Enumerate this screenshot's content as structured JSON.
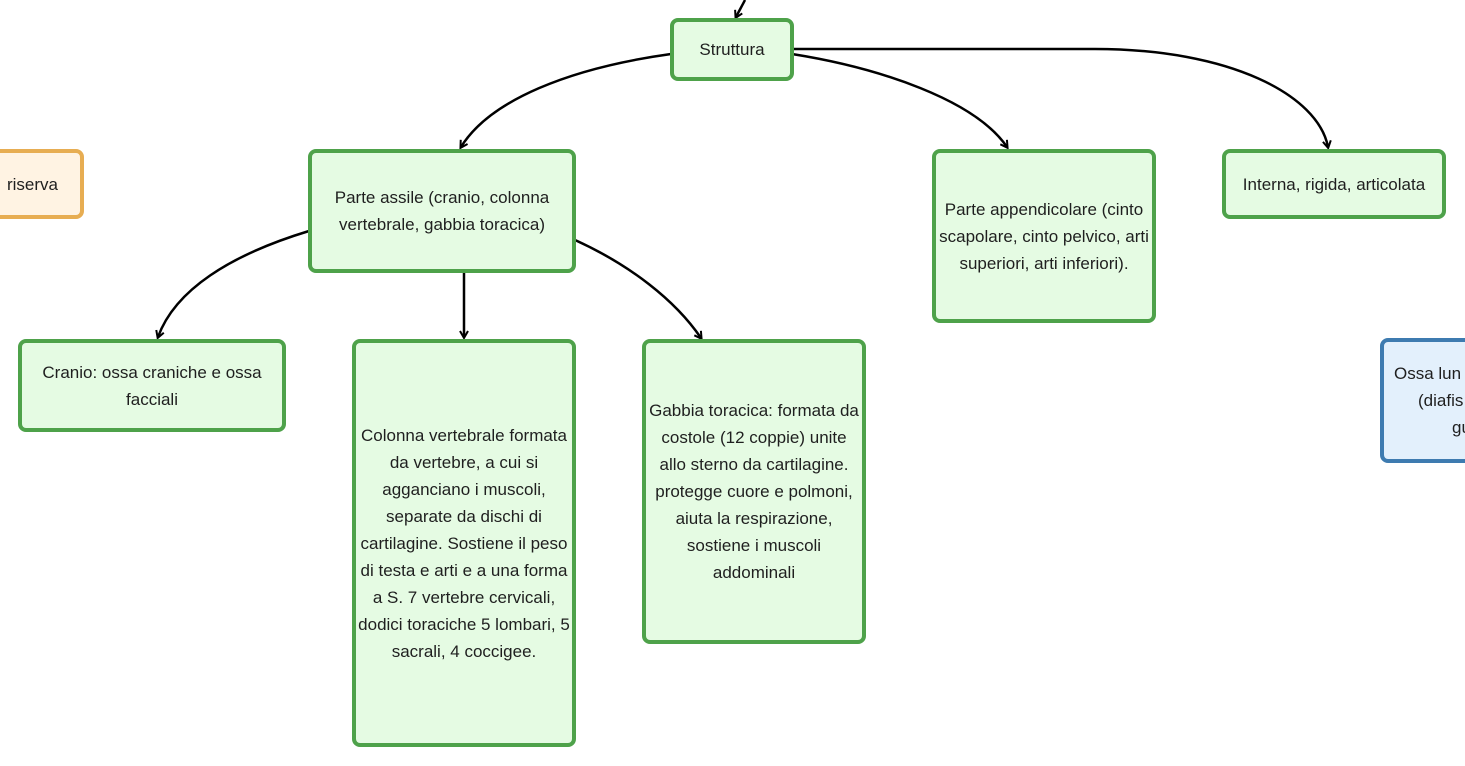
{
  "nodes": {
    "root": "Struttura",
    "axial": "Parte assile (cranio, colonna vertebrale, gabbia toracica)",
    "appendicular": "Parte appendicolare (cinto scapolare, cinto pelvico, arti superiori, arti inferiori).",
    "internal": "Interna, rigida, articolata",
    "skull": "Cranio: ossa craniche e ossa facciali",
    "spine": "Colonna vertebrale formata da vertebre, a cui si agganciano i muscoli, separate da dischi di cartilagine. Sostiene il peso di testa e arti e a una forma a S. 7 vertebre cervicali, dodici toraciche 5 lombari, 5 sacrali, 4 coccigee.",
    "ribcage": "Gabbia toracica: formata da costole (12 coppie) unite allo sterno da cartilagine. protegge cuore e polmoni, aiuta la respirazione, sostiene i muscoli addominali",
    "left_partial": "riserva",
    "right_partial_1": "Ossa lun",
    "right_partial_2": "(diafis",
    "right_partial_3": "gu"
  },
  "colors": {
    "green_border": "#4ea24a",
    "green_fill": "#e5fbe3",
    "orange_border": "#e7ad52",
    "orange_fill": "#fff3e3",
    "blue_border": "#3e7bb0",
    "blue_fill": "#e3f0fc",
    "edge": "#000000"
  }
}
